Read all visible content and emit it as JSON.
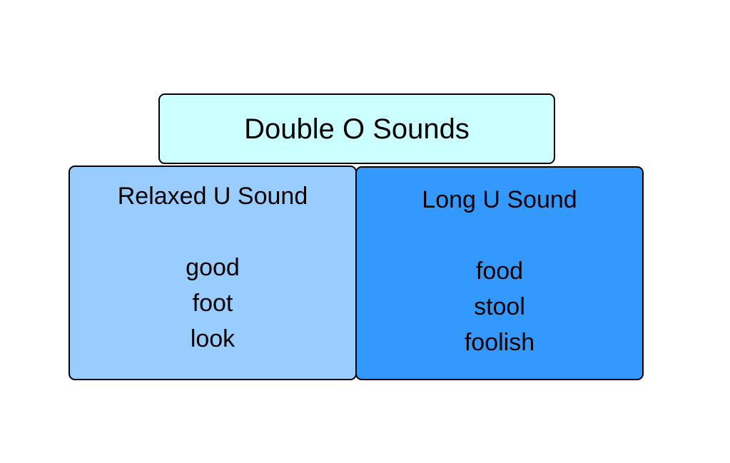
{
  "title_box": {
    "label": "Double O Sounds",
    "bg_color": "#ccffff"
  },
  "left_box": {
    "heading": "Relaxed U Sound",
    "words": [
      "good",
      "foot",
      "look"
    ],
    "bg_color": "#99ccff"
  },
  "right_box": {
    "heading": "Long U Sound",
    "words": [
      "food",
      "stool",
      "foolish"
    ],
    "bg_color": "#3399ff"
  },
  "colors": {
    "border": "#000000",
    "text": "#000000",
    "page_background": "#ffffff"
  }
}
